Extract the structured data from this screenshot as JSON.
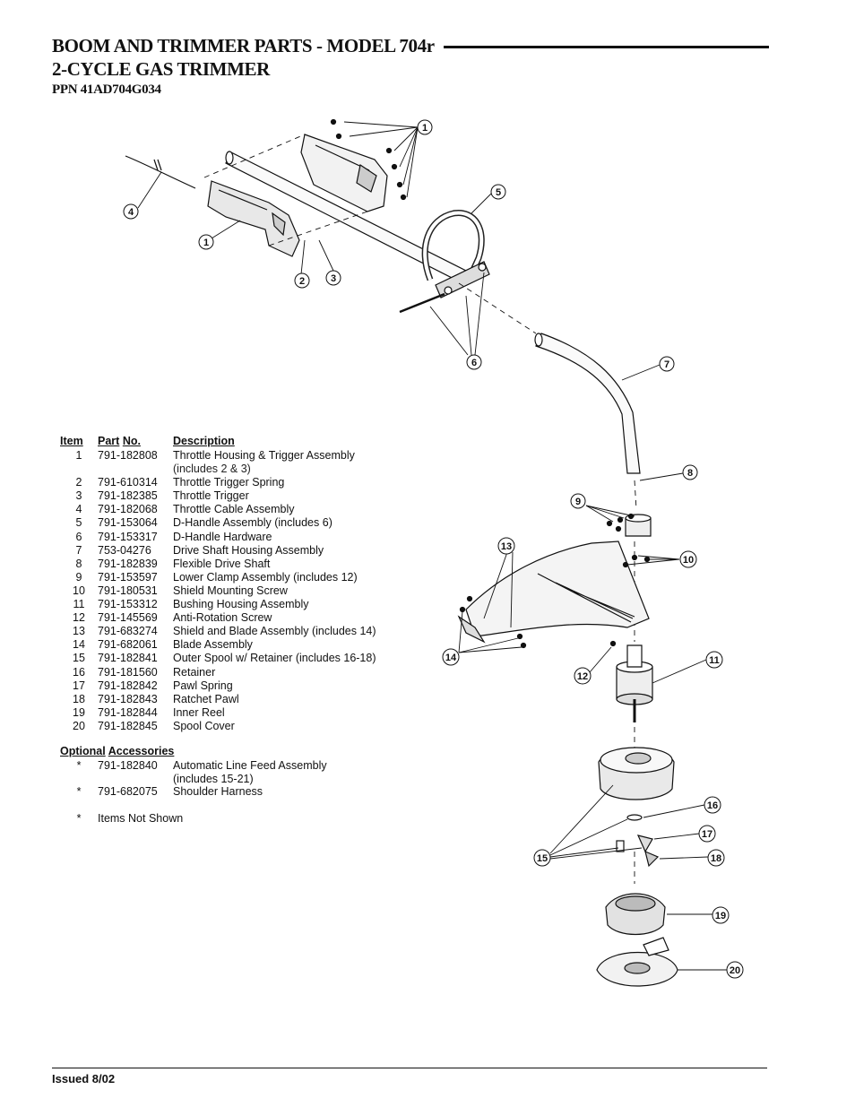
{
  "header": {
    "title_line1": "BOOM AND TRIMMER PARTS - MODEL 704r",
    "title_line2": "2-CYCLE GAS TRIMMER",
    "ppn": "PPN 41AD704G034"
  },
  "parts_table": {
    "headers": {
      "item": "Item",
      "part_a": "Part",
      "part_b": "No.",
      "description": "Description"
    },
    "rows": [
      {
        "item": "1",
        "part": "791-182808",
        "description": "Throttle Housing & Trigger Assembly",
        "note": "(includes 2 & 3)"
      },
      {
        "item": "2",
        "part": "791-610314",
        "description": "Throttle Trigger Spring"
      },
      {
        "item": "3",
        "part": "791-182385",
        "description": "Throttle Trigger"
      },
      {
        "item": "4",
        "part": "791-182068",
        "description": "Throttle Cable Assembly"
      },
      {
        "item": "5",
        "part": "791-153064",
        "description": "D-Handle Assembly (includes 6)"
      },
      {
        "item": "6",
        "part": "791-153317",
        "description": "D-Handle Hardware"
      },
      {
        "item": "7",
        "part": "753-04276",
        "description": "Drive Shaft Housing Assembly"
      },
      {
        "item": "8",
        "part": "791-182839",
        "description": "Flexible Drive Shaft"
      },
      {
        "item": "9",
        "part": "791-153597",
        "description": "Lower Clamp Assembly (includes 12)"
      },
      {
        "item": "10",
        "part": "791-180531",
        "description": "Shield Mounting Screw"
      },
      {
        "item": "11",
        "part": "791-153312",
        "description": "Bushing Housing Assembly"
      },
      {
        "item": "12",
        "part": "791-145569",
        "description": "Anti-Rotation Screw"
      },
      {
        "item": "13",
        "part": "791-683274",
        "description": "Shield and Blade Assembly (includes 14)"
      },
      {
        "item": "14",
        "part": "791-682061",
        "description": "Blade Assembly"
      },
      {
        "item": "15",
        "part": "791-182841",
        "description": "Outer Spool w/ Retainer (includes 16-18)"
      },
      {
        "item": "16",
        "part": "791-181560",
        "description": "Retainer"
      },
      {
        "item": "17",
        "part": "791-182842",
        "description": "Pawl Spring"
      },
      {
        "item": "18",
        "part": "791-182843",
        "description": "Ratchet Pawl"
      },
      {
        "item": "19",
        "part": "791-182844",
        "description": "Inner Reel"
      },
      {
        "item": "20",
        "part": "791-182845",
        "description": "Spool Cover"
      }
    ]
  },
  "optional": {
    "heading_a": "Optional",
    "heading_b": "Accessories",
    "rows": [
      {
        "item": "*",
        "part": "791-182840",
        "description": "Automatic Line Feed Assembly",
        "note": "(includes 15-21)"
      },
      {
        "item": "*",
        "part": "791-682075",
        "description": "Shoulder Harness"
      }
    ],
    "footnote": {
      "item": "*",
      "text": "Items Not Shown"
    }
  },
  "callouts": [
    "1",
    "1",
    "2",
    "3",
    "4",
    "5",
    "6",
    "7",
    "8",
    "9",
    "10",
    "11",
    "12",
    "13",
    "14",
    "15",
    "16",
    "17",
    "18",
    "19",
    "20"
  ],
  "footer": {
    "issued": "Issued 8/02"
  }
}
